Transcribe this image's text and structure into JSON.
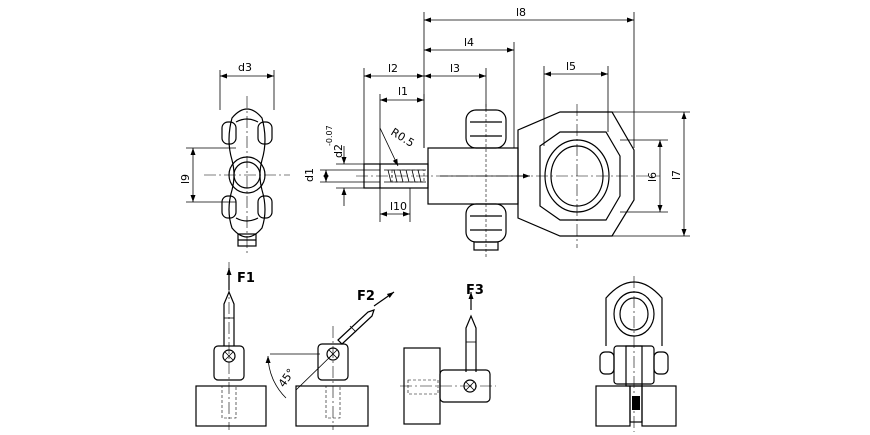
{
  "dimensions": {
    "l8": "l8",
    "l4": "l4",
    "l2": "l2",
    "l3": "l3",
    "l1": "l1",
    "l5": "l5",
    "l6": "l6",
    "l7": "l7",
    "l9": "l9",
    "l10": "l10",
    "d3": "d3",
    "d1": "d1",
    "d2": "d2",
    "d2_tol": "-0.07",
    "radius": "R0.5",
    "angle": "45°"
  },
  "forces": {
    "f1": "F1",
    "f2": "F2",
    "f3": "F3"
  }
}
